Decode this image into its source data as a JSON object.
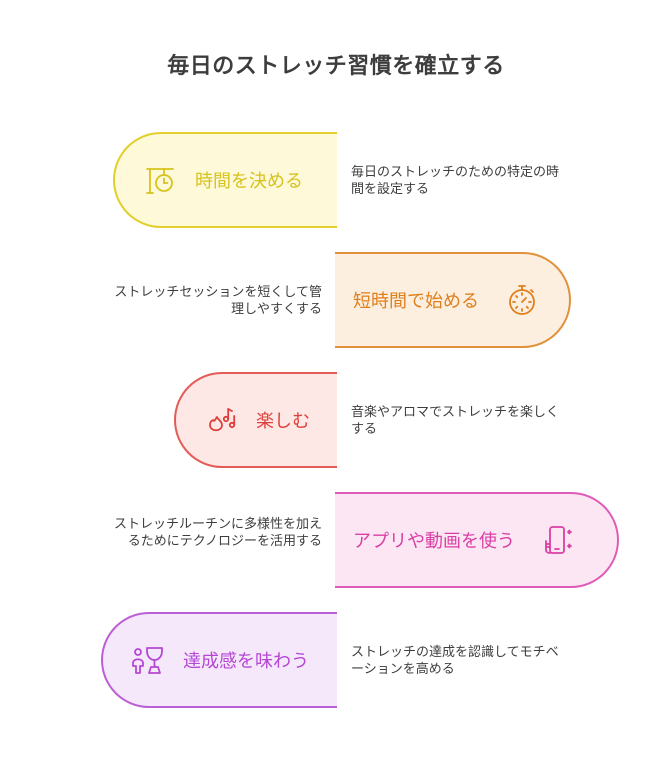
{
  "title": "毎日のストレッチ習慣を確立する",
  "steps": [
    {
      "label": "時間を決める",
      "description": "毎日のストレッチのための特定の時間を設定する",
      "icon": "clock-schedule-icon",
      "color": "#e1cf2b"
    },
    {
      "label": "短時間で始める",
      "description": "ストレッチセッションを短くして管理しやすくする",
      "icon": "stopwatch-icon",
      "color": "#e0913c"
    },
    {
      "label": "楽しむ",
      "description": "音楽やアロマでストレッチを楽しくする",
      "icon": "music-aroma-icon",
      "color": "#e45a55"
    },
    {
      "label": "アプリや動画を使う",
      "description": "ストレッチルーチンに多様性を加えるためにテクノロジーを活用する",
      "icon": "phone-app-icon",
      "color": "#dd5db6"
    },
    {
      "label": "達成感を味わう",
      "description": "ストレッチの達成を認識してモチベーションを高める",
      "icon": "trophy-achievement-icon",
      "color": "#bb5fd6"
    }
  ]
}
